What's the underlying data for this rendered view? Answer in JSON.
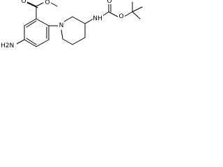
{
  "molecule": {
    "atoms": {
      "ester_carbonyl_oxygen": "O",
      "ester_ether_oxygen": "O",
      "amine_substituent": "H2N",
      "piperidine_nitrogen": "N",
      "carbamate_nitrogen": "NH",
      "carbamate_carbonyl_oxygen": "O",
      "carbamate_ether_oxygen": "O"
    }
  }
}
